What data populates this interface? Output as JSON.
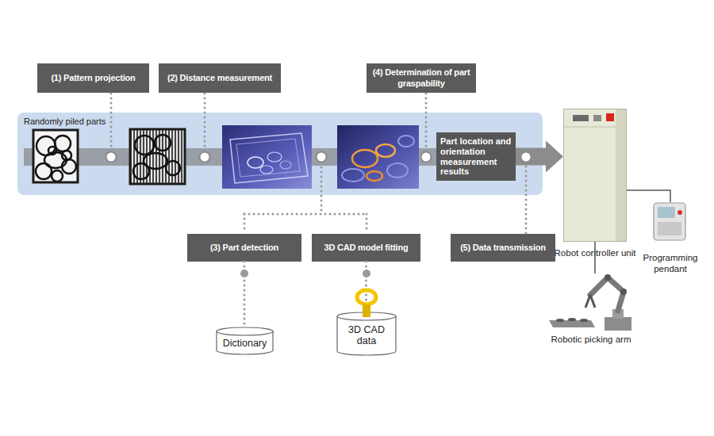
{
  "diagram": {
    "nodes": [
      {
        "text": [
          "Randomly piled parts"
        ]
      },
      {
        "text": [
          "(1) Pattern projection"
        ]
      },
      {
        "text": [
          "(2) Distance measurement"
        ]
      },
      {
        "text": [
          "(4) Determination of part graspability"
        ]
      },
      {
        "text": [
          "Part location and orientation measurement results"
        ],
        "in": 0
      },
      {
        "text": [
          "Robot controller unit"
        ]
      },
      {
        "text": [
          "(3) Part detection"
        ]
      },
      {
        "text": [
          "3D CAD model fitting"
        ]
      },
      {
        "text": [
          "(5) Data transmission"
        ]
      },
      {
        "text": [
          "Programming pendant"
        ]
      },
      {
        "text": [
          "Dictionary"
        ]
      },
      {
        "text": [
          "3D CAD data"
        ]
      },
      {
        "text": [
          "Robotic picking arm"
        ]
      }
    ],
    "edges": [
      {
        "from": 4,
        "to": 5,
        "arrow": "to"
      },
      {
        "from": 5,
        "to": 9,
        "arrow": "none"
      },
      {
        "from": 5,
        "to": 12,
        "arrow": "none"
      },
      {
        "from": 6,
        "to": 10,
        "arrow": "none"
      },
      {
        "from": 7,
        "to": 11,
        "arrow": "none"
      }
    ]
  }
}
